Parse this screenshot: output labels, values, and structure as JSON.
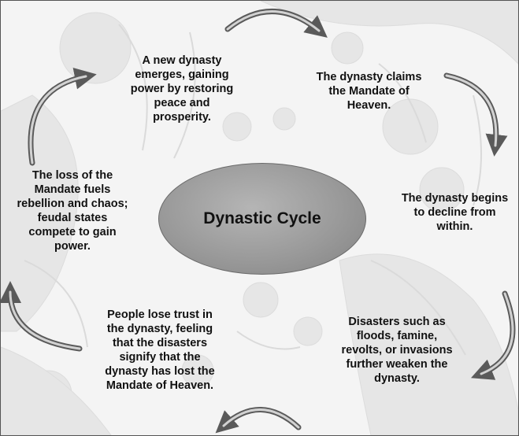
{
  "diagram": {
    "center_label": "Dynastic Cycle",
    "steps": [
      "A new dynasty\nemerges, gaining\npower by restoring\npeace and\nprosperity.",
      "The dynasty claims\nthe Mandate of\nHeaven.",
      "The dynasty begins\nto decline from\nwithin.",
      "Disasters such as\nfloods, famine,\nrevolts, or invasions\nfurther weaken the\ndynasty.",
      "People lose trust in\nthe dynasty, feeling\nthat the disasters\nsignify that the\ndynasty has lost the\nMandate of Heaven.",
      "The loss of the\nMandate fuels\nrebellion and chaos;\nfeudal states\ncompete to gain\npower."
    ]
  },
  "colors": {
    "background": "#f4f4f4",
    "ellipse": "#9a9a9a",
    "arrow_dark": "#5a5a5a",
    "arrow_light": "#c8c8c8",
    "text": "#111111"
  }
}
